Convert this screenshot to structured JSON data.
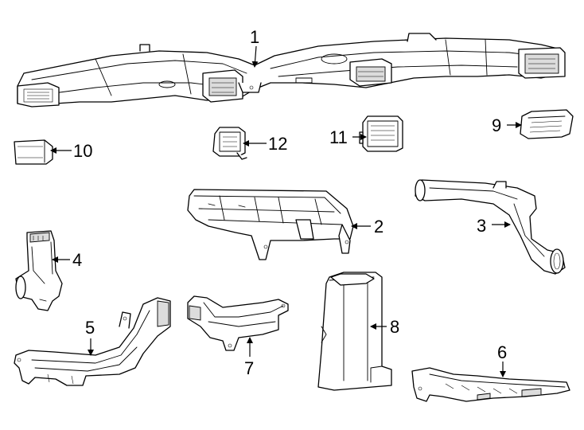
{
  "callouts": {
    "c1": "1",
    "c2": "2",
    "c3": "3",
    "c4": "4",
    "c5": "5",
    "c6": "6",
    "c7": "7",
    "c8": "8",
    "c9": "9",
    "c10": "10",
    "c11": "11",
    "c12": "12"
  },
  "colors": {
    "line": "#000000",
    "fill": "#ffffff",
    "shade": "#dcdcdc"
  }
}
